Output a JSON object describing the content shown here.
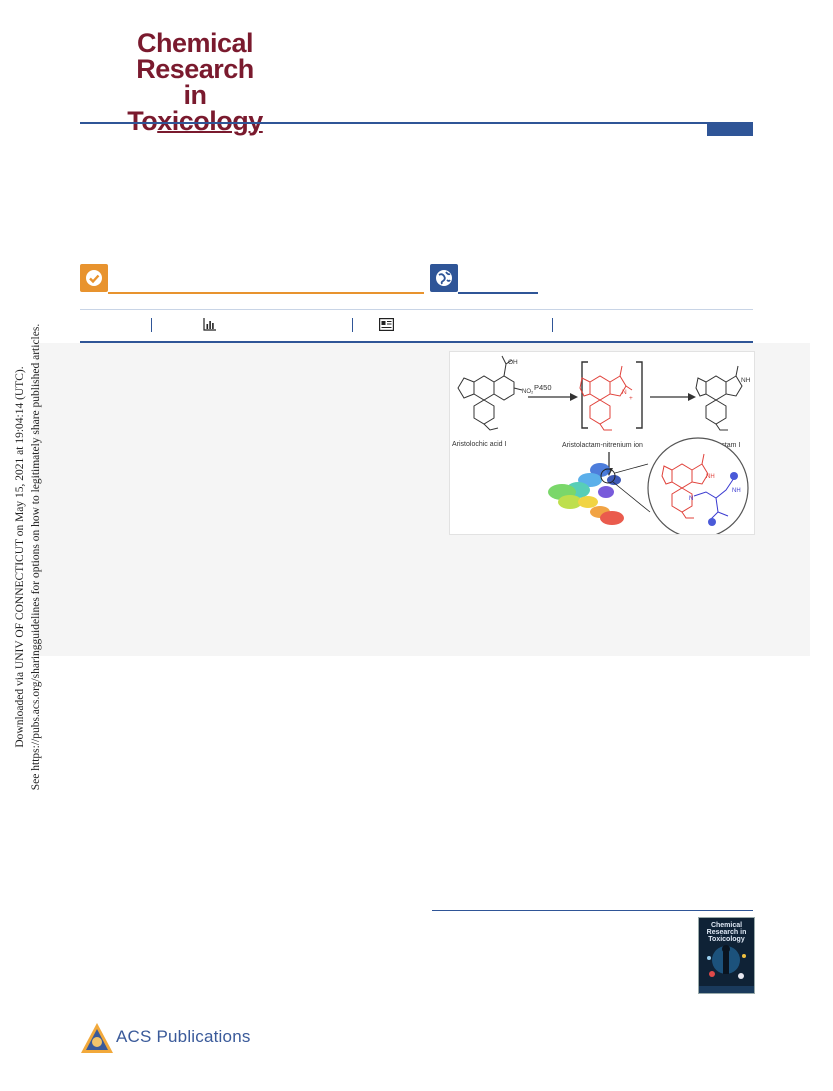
{
  "journal": {
    "logo_line1": "Chemical",
    "logo_line2": "Research in",
    "logo_line3_pre": "To",
    "logo_line3_under": "xicology",
    "color": "#7a1a2e"
  },
  "side_stamp": {
    "line1": "Downloaded via UNIV OF CONNECTICUT on May 15, 2021 at 19:04:14 (UTC).",
    "line2": "See https://pubs.acs.org/sharingguidelines for options on how to legitimately share published articles."
  },
  "access_badges": {
    "editors_choice_icon": "checkmark-icon",
    "open_access_icon": "globe-icon",
    "orange": "#e8932e",
    "blue": "#2f5597"
  },
  "metrics": {
    "metrics_icon": "bar-chart-icon",
    "article_icon": "article-icon"
  },
  "toc_graphic": {
    "label_reactant": "Aristolochic acid I",
    "label_p450": "P450",
    "label_intermediate": "Aristolactam-nitrenium ion",
    "label_product": "Aristolactam I",
    "label_oh": "OH",
    "label_no2": "NO₂",
    "label_nh": "NH",
    "label_n": "N",
    "label_plus": "+"
  },
  "cover": {
    "title": "Chemical Research in Toxicology"
  },
  "footer": {
    "publisher": "ACS Publications"
  },
  "colors": {
    "primary_blue": "#2f5597",
    "abstract_bg": "#f5f5f5"
  }
}
